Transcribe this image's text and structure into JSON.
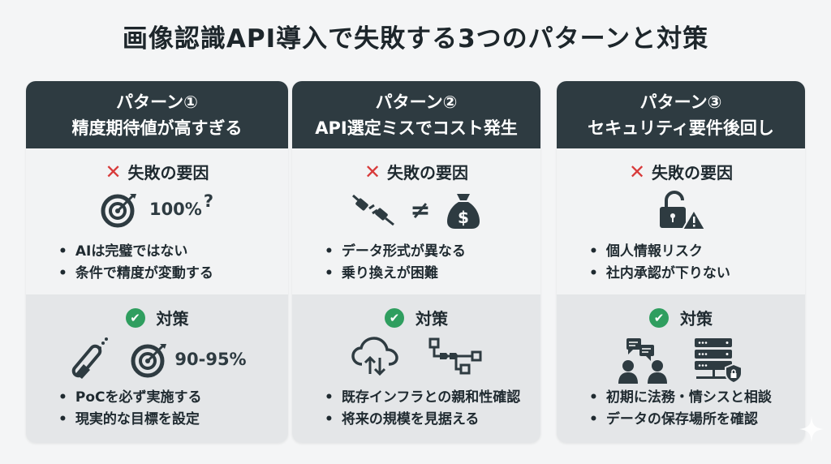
{
  "title": "画像認識API導入で失敗する3つのパターンと対策",
  "labels": {
    "cause": "失敗の要因",
    "solution": "対策"
  },
  "patterns": [
    {
      "name": "パターン①",
      "subtitle": "精度期待値が高すぎる",
      "cause_value": "100%",
      "cause_mark": "?",
      "causes": [
        "AIは完璧ではない",
        "条件で精度が変動する"
      ],
      "solution_value": "90-95%",
      "solutions": [
        "PoCを必ず実施する",
        "現実的な目標を設定"
      ]
    },
    {
      "name": "パターン②",
      "subtitle": "API選定ミスでコスト発生",
      "cause_mark": "≠",
      "causes": [
        "データ形式が異なる",
        "乗り換えが困難"
      ],
      "solutions": [
        "既存インフラとの親和性確認",
        "将来の規模を見据える"
      ]
    },
    {
      "name": "パターン③",
      "subtitle": "セキュリティ要件後回し",
      "causes": [
        "個人情報リスク",
        "社内承認が下りない"
      ],
      "solutions": [
        "初期に法務・情シスと相談",
        "データの保存場所を確認"
      ]
    }
  ],
  "colors": {
    "header": "#2e3b41",
    "fail": "#d83a3a",
    "ok": "#2f9e5f"
  }
}
